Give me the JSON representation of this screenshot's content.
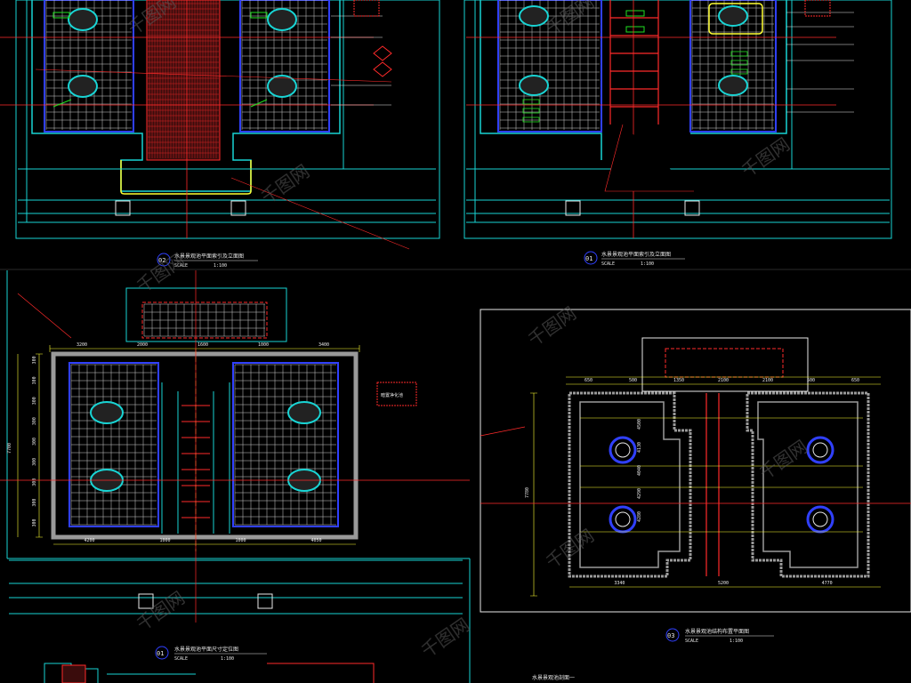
{
  "colors": {
    "background": "#000000",
    "cyan": "#19d4d4",
    "white": "#e8e8e8",
    "grid": "#cfcfcf",
    "red": "#ff2a2a",
    "yellow": "#ffff33",
    "green": "#20e020",
    "blue": "#3040ff",
    "gray": "#9a9a9a",
    "watermark": "#5a5a5a"
  },
  "panels": {
    "top_left": {
      "number": "02",
      "title": "水景景观池平面索引及立面图",
      "scale_label": "SCALE",
      "scale": "1:100"
    },
    "top_right": {
      "number": "01",
      "title": "水景景观池平面索引及立面图",
      "scale_label": "SCALE",
      "scale": "1:100"
    },
    "mid_left": {
      "number": "01",
      "title": "水景景观池平面尺寸定位图",
      "scale_label": "SCALE",
      "scale": "1:100",
      "note": "暗置净化池"
    },
    "mid_right": {
      "number": "03",
      "title": "水景景观池结构布置平面图",
      "scale_label": "SCALE",
      "scale": "1:100"
    },
    "bottom": {
      "title": "水景景观池剖面一"
    }
  },
  "watermark": {
    "text": "千图网"
  },
  "dimensions": {
    "mid_left_top": [
      "3200",
      "2000",
      "1600",
      "1000",
      "3400"
    ],
    "mid_left_side": [
      "300",
      "300",
      "300",
      "300",
      "300",
      "300",
      "300",
      "300",
      "300"
    ],
    "mid_left_total": "7700",
    "mid_left_bottom": [
      "4200",
      "1000",
      "1000",
      "4050"
    ],
    "mid_right_top": [
      "650",
      "500",
      "1350",
      "2100",
      "2100",
      "500",
      "650"
    ],
    "mid_right_inner": [
      "4500",
      "4130",
      "4040",
      "4290",
      "4280"
    ],
    "mid_right_side": "7780",
    "mid_right_bottom": [
      "3340",
      "5200",
      "4770"
    ]
  }
}
